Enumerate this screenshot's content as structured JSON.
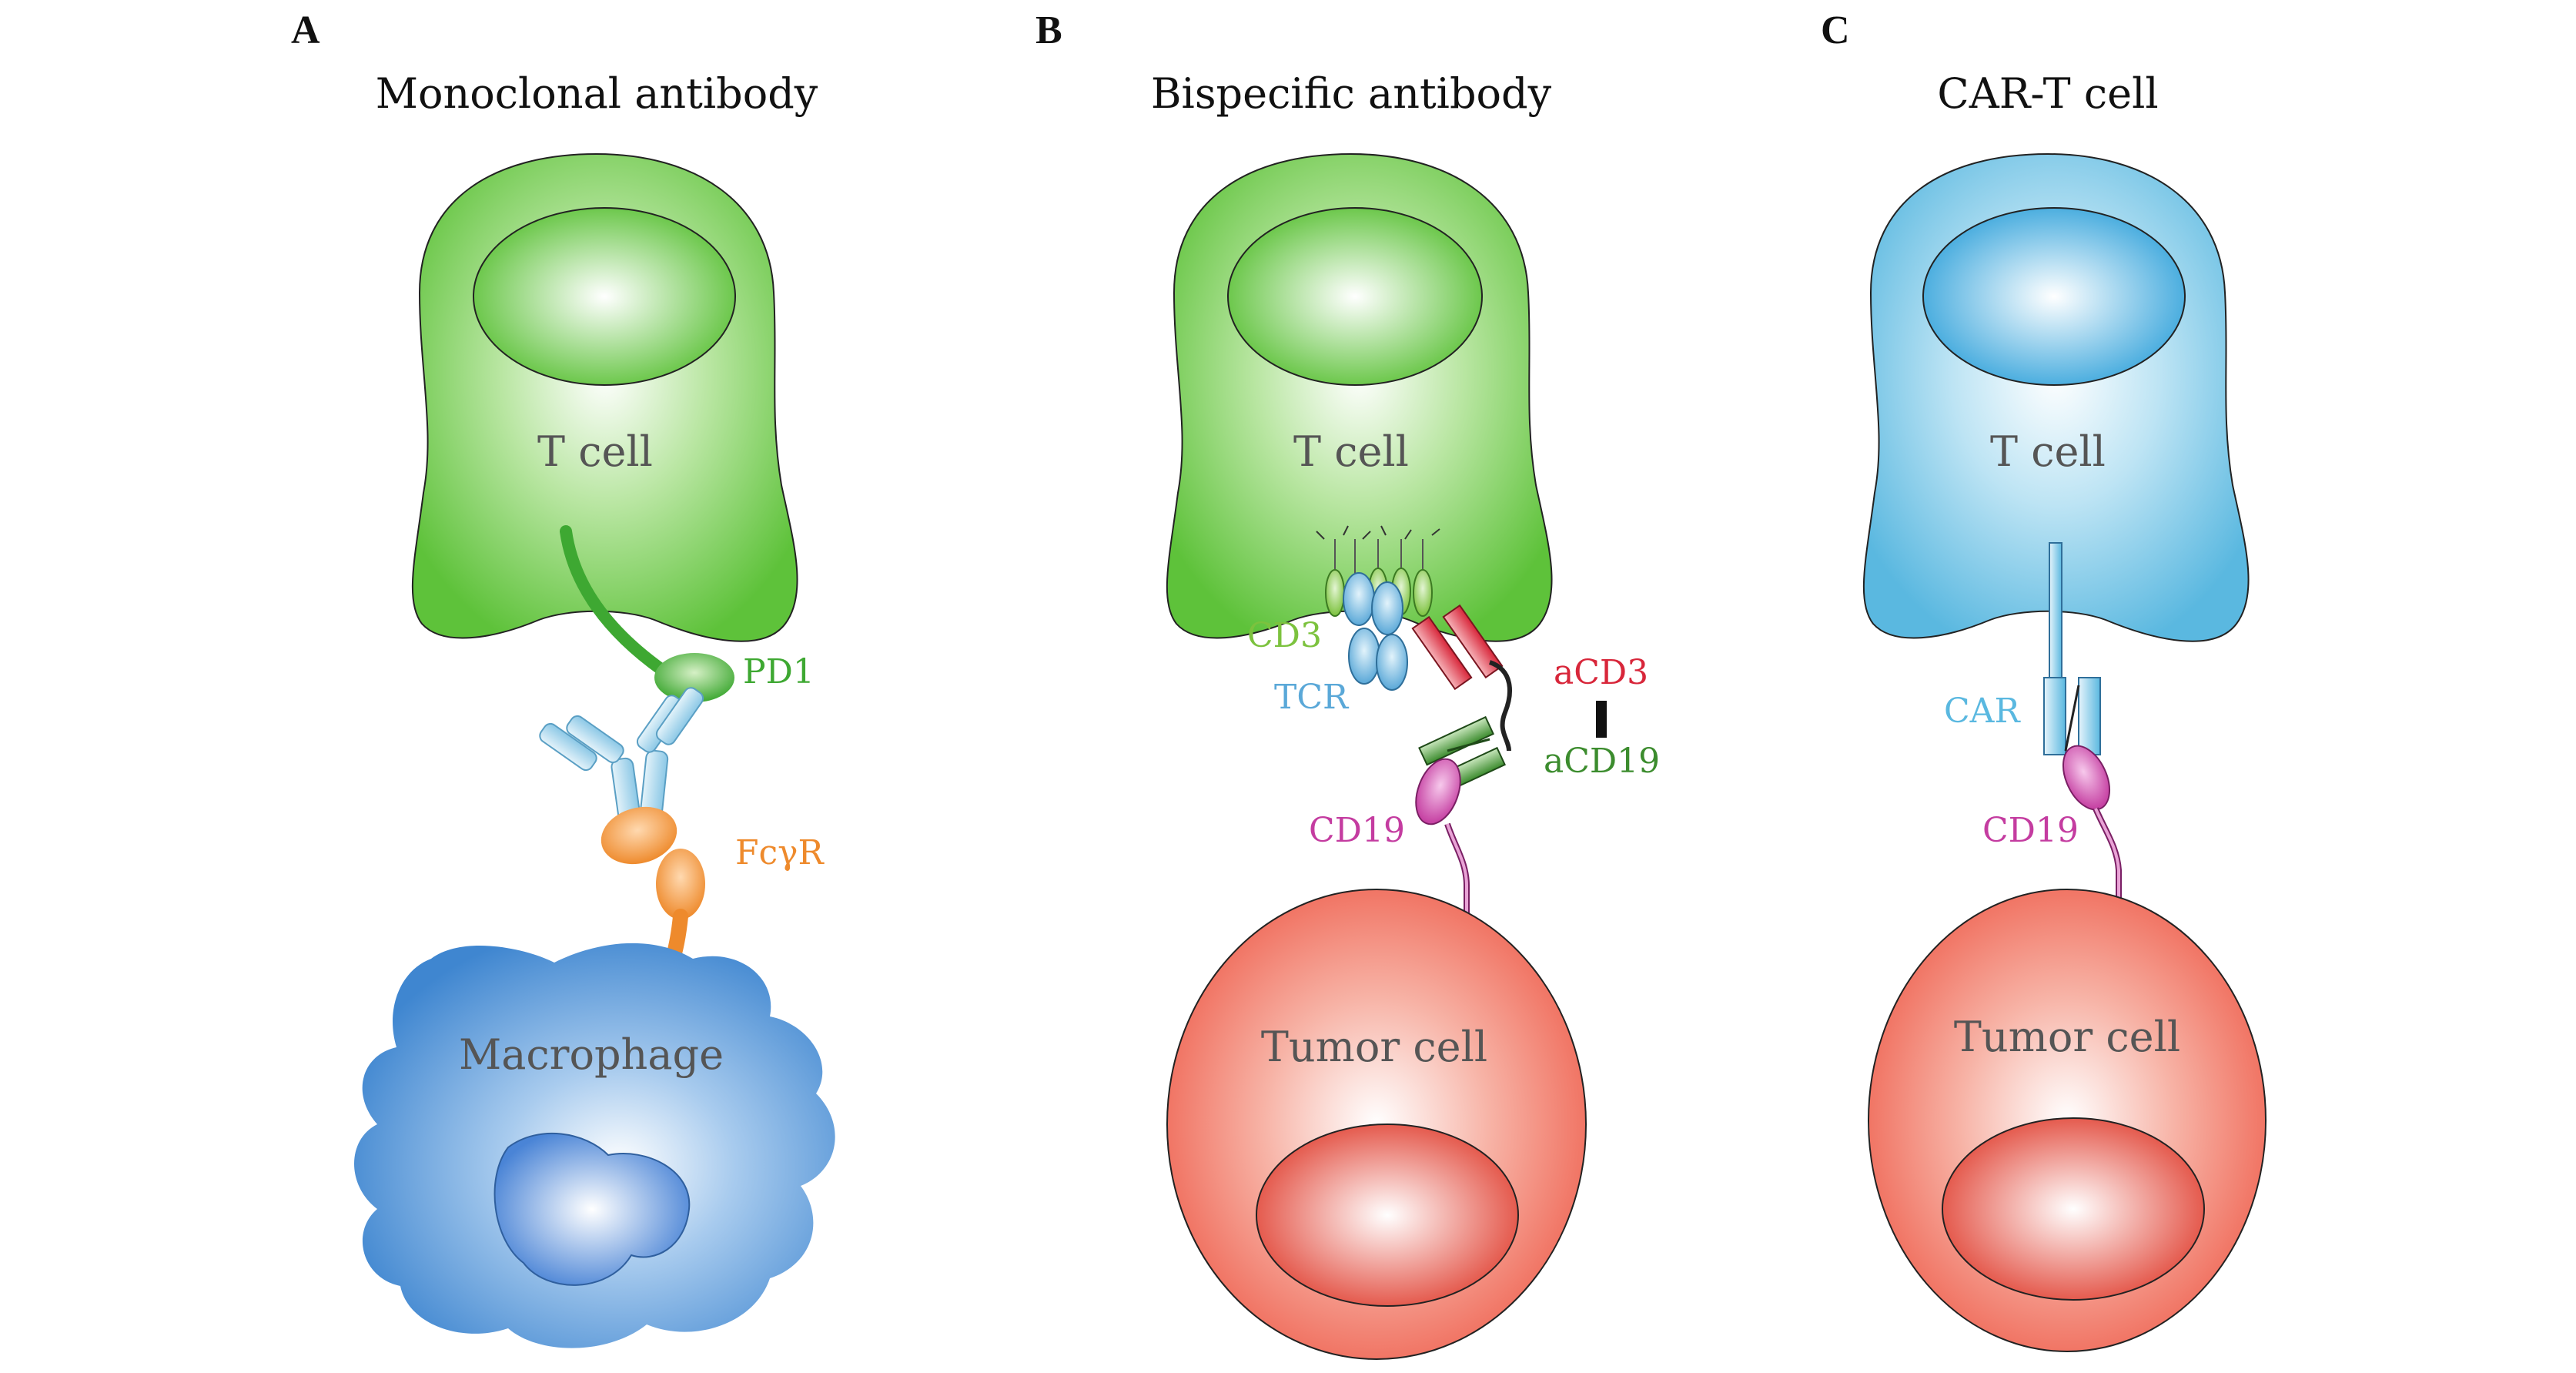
{
  "panels": [
    {
      "letter": "A",
      "title": "Monoclonal antibody",
      "cells": {
        "top": "T cell",
        "bottom": "Macrophage"
      },
      "labels": {
        "pd1": "PD1",
        "fcr": "FcγR"
      }
    },
    {
      "letter": "B",
      "title": "Bispecific antibody",
      "cells": {
        "top": "T cell",
        "bottom": "Tumor cell"
      },
      "labels": {
        "cd3": "CD3",
        "tcr": "TCR",
        "acd3": "aCD3",
        "acd19": "aCD19",
        "cd19": "CD19"
      }
    },
    {
      "letter": "C",
      "title": "CAR-T cell",
      "cells": {
        "top": "T cell",
        "bottom": "Tumor cell"
      },
      "labels": {
        "car": "CAR",
        "cd19": "CD19"
      }
    }
  ],
  "colors": {
    "tcell_green": "#5ec23a",
    "tcell_blue": "#5ab8e0",
    "tumor_red": "#ee5a48",
    "macrophage_blue": "#3f86d0",
    "pd1_green": "#3ea832",
    "fcr_orange": "#ee8a2c",
    "antibody_blue": "#9fd2ea",
    "acd3_red": "#d8263a",
    "acd19_green": "#3c8c2e",
    "cd19_magenta": "#c43ca0",
    "cd3_green": "#7cc23e",
    "tcr_blue": "#5aa8d8"
  }
}
